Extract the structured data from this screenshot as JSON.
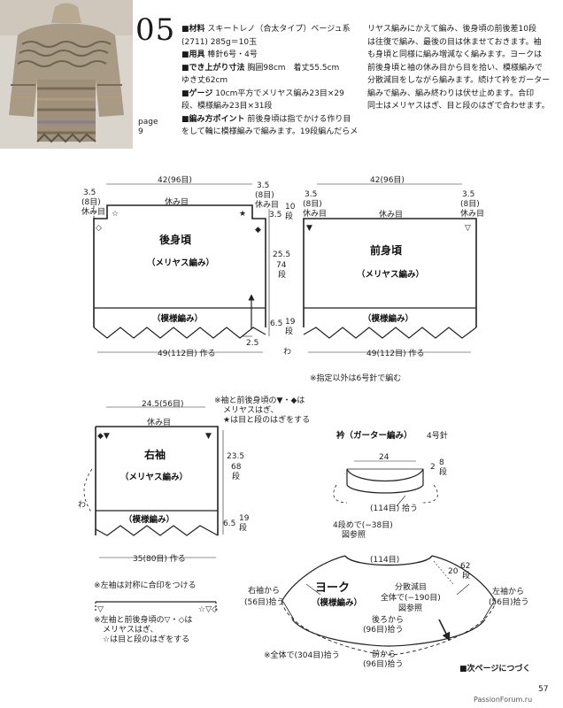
{
  "header": {
    "pattern_number": "05",
    "page_ref_label": "page",
    "page_ref_number": "9",
    "materials": [
      {
        "label": "■材料",
        "text": "スキートレノ（合太タイプ）ベージュ系"
      },
      {
        "label": "",
        "text": "(2711) 285g＝10玉"
      },
      {
        "label": "■用具",
        "text": "棒針6号・4号"
      },
      {
        "label": "■でき上がり寸法",
        "text": "胸囲98cm　着丈55.5cm"
      },
      {
        "label": "",
        "text": "ゆき丈62cm"
      },
      {
        "label": "■ゲージ",
        "text": "10cm平方でメリヤス編み23目×29"
      },
      {
        "label": "",
        "text": "段、模様編み23目×31段"
      },
      {
        "label": "■編み方ポイント",
        "text": "前後身頃は指でかける作り目"
      },
      {
        "label": "",
        "text": "をして輪に模様編みで編みます。19段編んだらメ"
      }
    ],
    "instructions": [
      "リヤス編みにかえて編み、後身頃の前後差10段",
      "は往復で編み、最後の目は休ませておきます。袖",
      "も身頃と同様に編み増減なく編みます。ヨークは",
      "前後身頃と袖の休み目から目を拾い、模様編みで",
      "分散減目をしながら編みます。続けて衿をガーター",
      "編みで編み、編み終わりは伏せ止めます。合印",
      "同士はメリヤスはぎ、目と段のはぎで合わせます。"
    ]
  },
  "back_body": {
    "width_top": "42(96目)",
    "left_dim": [
      "3.5",
      "(8目)",
      "休み目"
    ],
    "right_dim": [
      "3.5",
      "(8目)",
      "休み目"
    ],
    "rest": "休み目",
    "title": "後身頃",
    "subtitle": "（メリヤス編み）",
    "pattern": "（模様編み）",
    "diff_value": "3.5",
    "diff_rows": [
      "10",
      "段"
    ],
    "height": "25.5",
    "height_rows": [
      "74",
      "段"
    ],
    "rib_height": "6.5",
    "rib_rows": [
      "19",
      "段"
    ],
    "offset": "2.5",
    "cast_on": "49(112目) 作る",
    "wa": "わ"
  },
  "front_body": {
    "width_top": "42(96目)",
    "left_dim": [
      "3.5",
      "(8目)",
      "休み目"
    ],
    "right_dim": [
      "3.5",
      "(8目)",
      "休み目"
    ],
    "rest": "休み目",
    "title": "前身頃",
    "subtitle": "（メリヤス編み）",
    "pattern": "（模様編み）",
    "cast_on": "49(112目) 作る"
  },
  "needle_note": "※指定以外は6号針で編む",
  "sleeve": {
    "width_top": "24.5(56目)",
    "rest": "休み目",
    "title": "右袖",
    "subtitle": "（メリヤス編み）",
    "pattern": "（模様編み）",
    "height": "23.5",
    "height_rows": [
      "68",
      "段"
    ],
    "rib_height": "6.5",
    "rib_rows": [
      "19",
      "段"
    ],
    "cast_on": "35(80目) 作る",
    "wa": "わ",
    "note1": [
      "※袖と前後身頃の▼・◆は",
      "メリヤスはぎ、",
      "★は目と段のはぎをする"
    ],
    "note2": "※左袖は対称に合印をつける",
    "note3": [
      "※左袖と前後身頃の▽・◇は",
      "メリヤスはぎ、",
      "☆は目と段のはぎをする"
    ]
  },
  "collar": {
    "title": "衿（ガーター編み）",
    "needle": "4号針",
    "width": "24",
    "height": "2",
    "rows": [
      "8",
      "段"
    ],
    "pickup": "(114目) 拾う",
    "decrease": [
      "4段めで(−38目)",
      "図参照"
    ]
  },
  "yoke": {
    "top": "(114目)",
    "height": "20",
    "rows": [
      "62",
      "段"
    ],
    "title": "ヨーク",
    "subtitle": "（模様編み）",
    "decrease": [
      "分散減目",
      "全体で(−190目)",
      "図参照"
    ],
    "right_sleeve": [
      "右袖から",
      "(56目)拾う"
    ],
    "left_sleeve": [
      "左袖から",
      "(56目)拾う"
    ],
    "back": [
      "後ろから",
      "(96目)拾う"
    ],
    "front": [
      "前から",
      "(96目)拾う"
    ],
    "total": "※全体で(304目)拾う"
  },
  "footer": {
    "continue": "■次ページにつづく",
    "page_number": "57",
    "watermark": "PassionForum.ru"
  },
  "colors": {
    "ink": "#1a1a1a",
    "paper": "#ffffff"
  }
}
